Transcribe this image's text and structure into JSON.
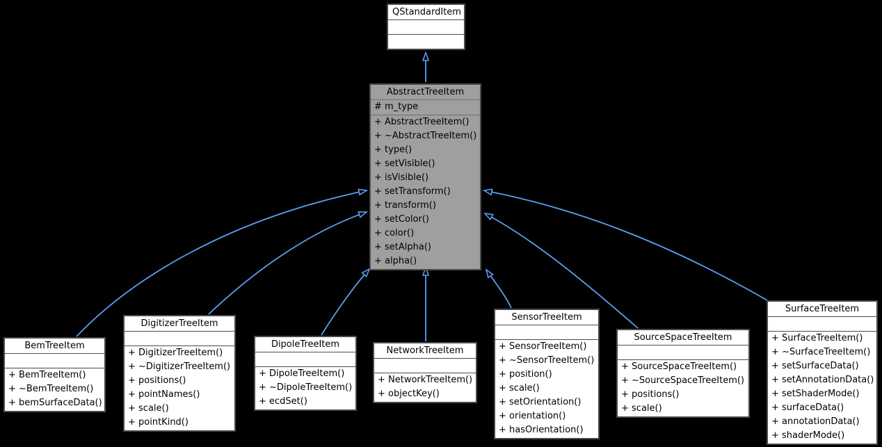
{
  "diagram": {
    "kind": "uml-class-inheritance-diagram",
    "colors": {
      "background": "#000000",
      "edge": "#5b9ff0",
      "box_fill": "#ffffff",
      "box_border": "#4a4a4a",
      "highlight_fill": "#9f9f9f",
      "highlight_divider": "#6e6e6e",
      "text": "#000000"
    },
    "nodes": [
      {
        "id": "qstandarditem",
        "title": "QStandardItem",
        "attributes": [],
        "methods": [],
        "highlight": false
      },
      {
        "id": "abstracttreeitem",
        "title": "AbstractTreeItem",
        "highlight": true,
        "attributes": [
          "# m_type"
        ],
        "methods": [
          "+ AbstractTreeItem()",
          "+ ~AbstractTreeItem()",
          "+ type()",
          "+ setVisible()",
          "+ isVisible()",
          "+ setTransform()",
          "+ transform()",
          "+ setColor()",
          "+ color()",
          "+ setAlpha()",
          "+ alpha()"
        ]
      },
      {
        "id": "bemtreeitem",
        "title": "BemTreeItem",
        "highlight": false,
        "attributes": [],
        "methods": [
          "+ BemTreeItem()",
          "+ ~BemTreeItem()",
          "+ bemSurfaceData()"
        ]
      },
      {
        "id": "digitizertreeitem",
        "title": "DigitizerTreeItem",
        "highlight": false,
        "attributes": [],
        "methods": [
          "+ DigitizerTreeItem()",
          "+ ~DigitizerTreeItem()",
          "+ positions()",
          "+ pointNames()",
          "+ scale()",
          "+ pointKind()"
        ]
      },
      {
        "id": "dipoletreeitem",
        "title": "DipoleTreeItem",
        "highlight": false,
        "attributes": [],
        "methods": [
          "+ DipoleTreeItem()",
          "+ ~DipoleTreeItem()",
          "+ ecdSet()"
        ]
      },
      {
        "id": "networktreeitem",
        "title": "NetworkTreeItem",
        "highlight": false,
        "attributes": [],
        "methods": [
          "+ NetworkTreeItem()",
          "+ objectKey()"
        ]
      },
      {
        "id": "sensortreeitem",
        "title": "SensorTreeItem",
        "highlight": false,
        "attributes": [],
        "methods": [
          "+ SensorTreeItem()",
          "+ ~SensorTreeItem()",
          "+ position()",
          "+ scale()",
          "+ setOrientation()",
          "+ orientation()",
          "+ hasOrientation()"
        ]
      },
      {
        "id": "sourcespacetreeitem",
        "title": "SourceSpaceTreeItem",
        "highlight": false,
        "attributes": [],
        "methods": [
          "+ SourceSpaceTreeItem()",
          "+ ~SourceSpaceTreeItem()",
          "+ positions()",
          "+ scale()"
        ]
      },
      {
        "id": "surfacetreeitem",
        "title": "SurfaceTreeItem",
        "highlight": false,
        "attributes": [],
        "methods": [
          "+ SurfaceTreeItem()",
          "+ ~SurfaceTreeItem()",
          "+ setSurfaceData()",
          "+ setAnnotationData()",
          "+ setShaderMode()",
          "+ surfaceData()",
          "+ annotationData()",
          "+ shaderMode()"
        ]
      }
    ],
    "edges": [
      {
        "from": "AbstractTreeItem",
        "to": "QStandardItem",
        "relation": "inherits"
      },
      {
        "from": "BemTreeItem",
        "to": "AbstractTreeItem",
        "relation": "inherits"
      },
      {
        "from": "DigitizerTreeItem",
        "to": "AbstractTreeItem",
        "relation": "inherits"
      },
      {
        "from": "DipoleTreeItem",
        "to": "AbstractTreeItem",
        "relation": "inherits"
      },
      {
        "from": "NetworkTreeItem",
        "to": "AbstractTreeItem",
        "relation": "inherits"
      },
      {
        "from": "SensorTreeItem",
        "to": "AbstractTreeItem",
        "relation": "inherits"
      },
      {
        "from": "SourceSpaceTreeItem",
        "to": "AbstractTreeItem",
        "relation": "inherits"
      },
      {
        "from": "SurfaceTreeItem",
        "to": "AbstractTreeItem",
        "relation": "inherits"
      }
    ]
  }
}
